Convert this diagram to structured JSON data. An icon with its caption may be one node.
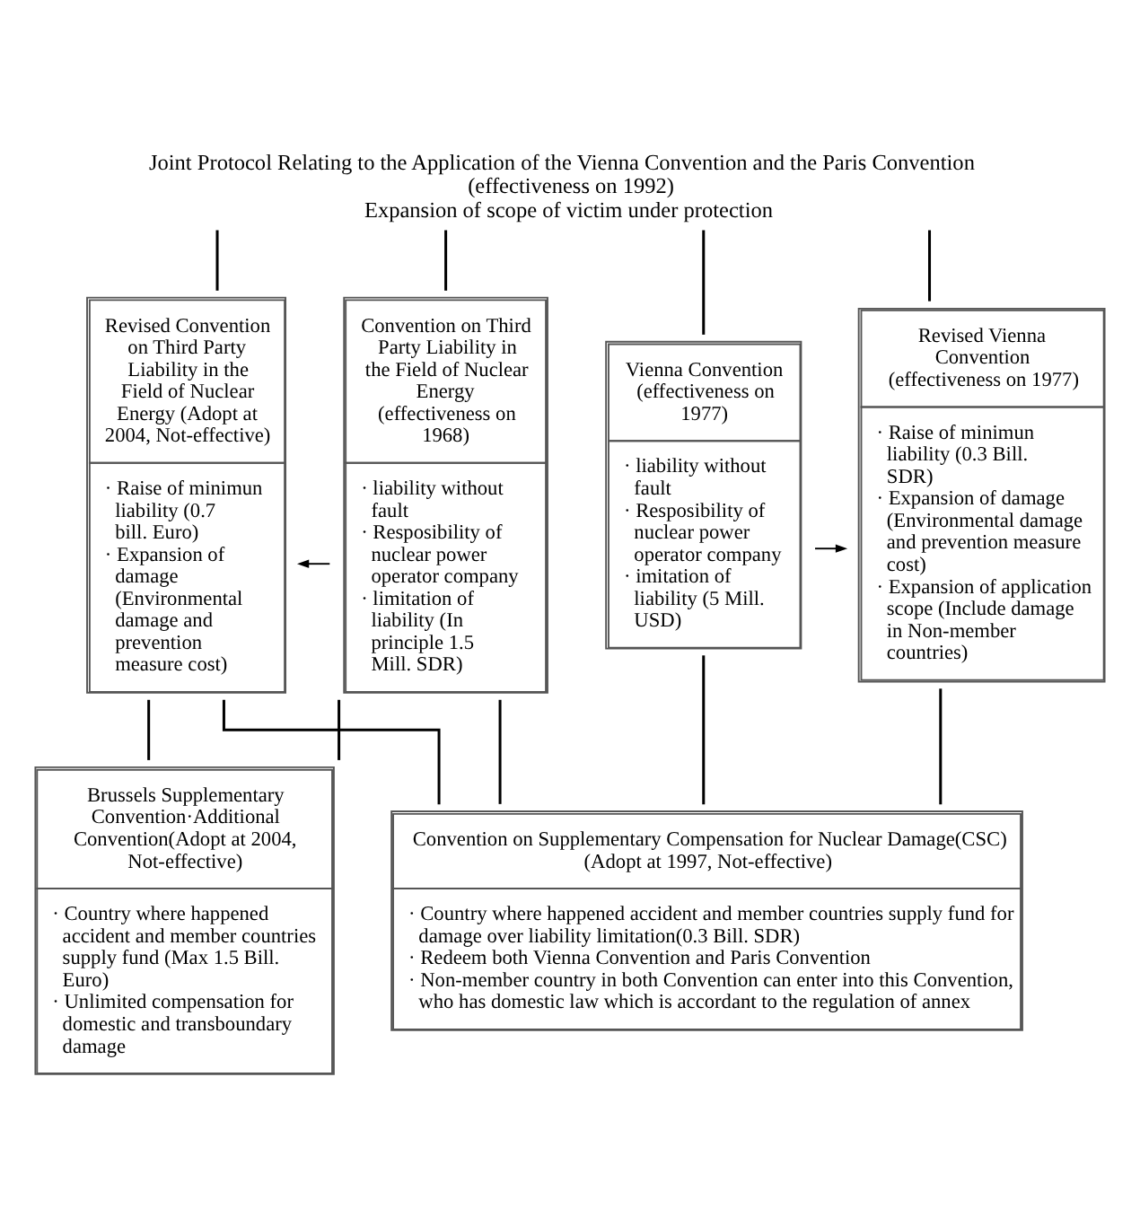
{
  "diagram": {
    "nodes": [
      {
        "text": [
          "Joint Protocol Relating to the Application of the Vienna Convention and the Paris Convention (effectiveness on 1992)",
          "Expansion of scope of victim under protection"
        ]
      },
      {
        "text": [
          "Revised Convention on Third Party Liability in the Field of Nuclear Energy (Adopt at 2004, Not-effective)",
          "· Raise of minimun liability (0.7 bill. Euro)",
          "· Expansion of damage (Environmental damage and prevention measure cost)"
        ]
      },
      {
        "text": [
          "Convention on Third Party Liability in the Field of Nuclear Energy (effectiveness on 1968)",
          "· liability without fault",
          "· Resposibility of nuclear power operator company",
          "· limitation of liability (In principle 1.5 Mill. SDR)"
        ]
      },
      {
        "text": [
          "Vienna Convention (effectiveness on 1977)",
          "· liability without fault",
          "· Resposibility of nuclear power operator company",
          "· imitation of liability (5 Mill. USD)"
        ]
      },
      {
        "text": [
          "Revised Vienna Convention (effectiveness on 1977)",
          "· Raise of minimun liability (0.3 Bill. SDR)",
          "· Expansion of damage (Environmental damage and prevention measure cost)",
          "· Expansion of application scope (Include damage in Non-member countries)"
        ]
      },
      {
        "text": [
          "Brussels Supplementary Convention·Additional Convention(Adopt at 2004, Not-effective)",
          "· Country where happened accident and member countries supply fund (Max 1.5 Bill. Euro)",
          "· Unlimited compensation for domestic and transboundary damage"
        ]
      },
      {
        "text": [
          "Convention on Supplementary Compensation for Nuclear Damage(CSC) (Adopt at 1997, Not-effective)",
          "· Country where happened accident and member countries supply fund for damage over liability limitation(0.3 Bill. SDR)",
          "· Redeem both Vienna Convention and Paris Convention",
          "· Non-member country in both Convention can enter into this Convention, who has domestic law which is accordant to the regulation of annex"
        ]
      }
    ],
    "edges": [
      {
        "from": 0,
        "to": 1,
        "arrow": "none"
      },
      {
        "from": 0,
        "to": 2,
        "arrow": "none"
      },
      {
        "from": 0,
        "to": 3,
        "arrow": "none"
      },
      {
        "from": 0,
        "to": 4,
        "arrow": "none"
      },
      {
        "from": 2,
        "to": 1,
        "arrow": "to"
      },
      {
        "from": 3,
        "to": 4,
        "arrow": "to"
      },
      {
        "from": 1,
        "to": 5,
        "arrow": "none"
      },
      {
        "from": 1,
        "to": 6,
        "arrow": "none"
      },
      {
        "from": 2,
        "to": 5,
        "arrow": "none"
      },
      {
        "from": 2,
        "to": 6,
        "arrow": "none"
      },
      {
        "from": 3,
        "to": 6,
        "arrow": "none"
      },
      {
        "from": 4,
        "to": 6,
        "arrow": "none"
      }
    ]
  }
}
